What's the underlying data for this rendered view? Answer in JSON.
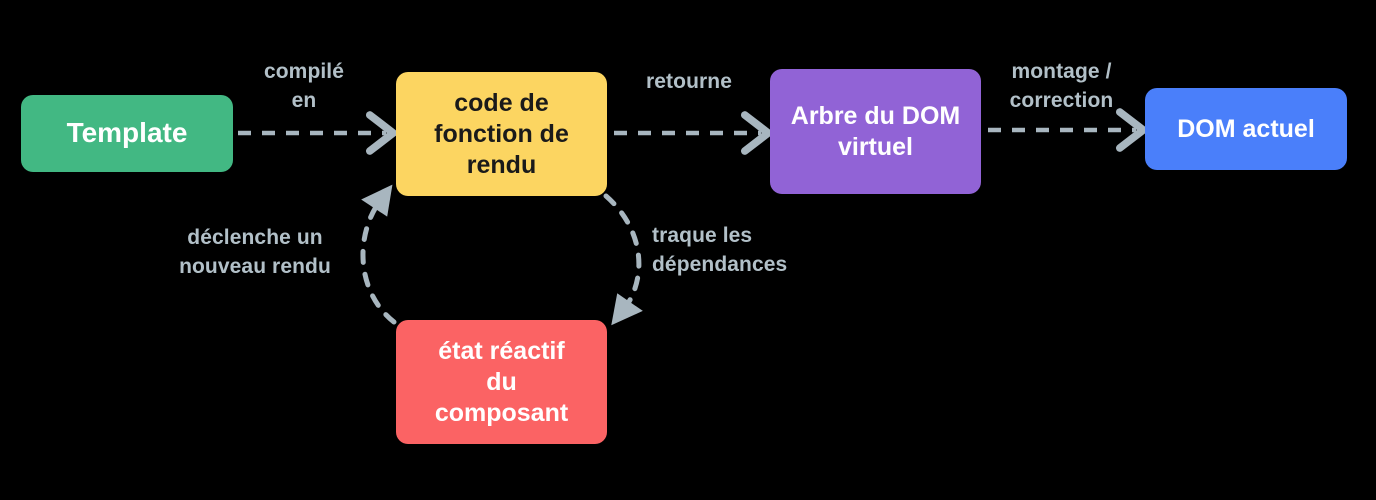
{
  "diagram": {
    "title": "Vue reactivity render pipeline (French)",
    "background_color": "#000000",
    "edge_color": "#a8b6bf",
    "label_color": "#b2c0c8",
    "nodes": [
      {
        "id": "template",
        "label": "Template",
        "color": "#42b883",
        "text_color": "#ffffff"
      },
      {
        "id": "render-fn",
        "label": "code de\nfonction de\nrendu",
        "color": "#fcd561",
        "text_color": "#1a1a1a"
      },
      {
        "id": "vdom",
        "label": "Arbre du DOM\nvirtuel",
        "color": "#9163d6",
        "text_color": "#ffffff"
      },
      {
        "id": "actual-dom",
        "label": "DOM actuel",
        "color": "#4a7ffa",
        "text_color": "#ffffff"
      },
      {
        "id": "state",
        "label": "état réactif\ndu\ncomposant",
        "color": "#fb6364",
        "text_color": "#ffffff"
      }
    ],
    "edges": [
      {
        "id": "compiled-en",
        "from": "template",
        "to": "render-fn",
        "label": "compilé\nen",
        "style": "dashed-straight"
      },
      {
        "id": "returns",
        "from": "render-fn",
        "to": "vdom",
        "label": "retourne",
        "style": "dashed-straight"
      },
      {
        "id": "mount-patch",
        "from": "vdom",
        "to": "actual-dom",
        "label": "montage /\ncorrection",
        "style": "dashed-straight"
      },
      {
        "id": "track-deps",
        "from": "render-fn",
        "to": "state",
        "label": "traque les\ndépendances",
        "style": "dashed-curve"
      },
      {
        "id": "retrigger",
        "from": "state",
        "to": "render-fn",
        "label": "déclenche un\nnouveau rendu",
        "style": "dashed-curve"
      }
    ]
  }
}
